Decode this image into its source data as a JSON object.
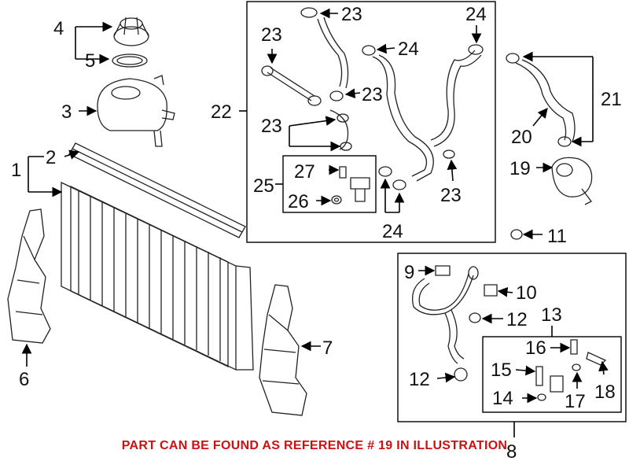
{
  "callouts": {
    "c1": "1",
    "c2": "2",
    "c3": "3",
    "c4": "4",
    "c5": "5",
    "c6": "6",
    "c7": "7",
    "c8": "8",
    "c9": "9",
    "c10": "10",
    "c11": "11",
    "c12a": "12",
    "c12b": "12",
    "c13": "13",
    "c14": "14",
    "c15": "15",
    "c16": "16",
    "c17": "17",
    "c18": "18",
    "c19": "19",
    "c20": "20",
    "c21": "21",
    "c22": "22",
    "c23a": "23",
    "c23b": "23",
    "c23c": "23",
    "c23d": "23",
    "c23e": "23",
    "c24a": "24",
    "c24b": "24",
    "c24c": "24",
    "c25": "25",
    "c26": "26",
    "c27": "27"
  },
  "footer": {
    "text": "PART CAN BE FOUND AS REFERENCE # 19 IN ILLUSTRATION",
    "color": "#cc1111"
  },
  "colors": {
    "line": "#000000",
    "part": "#222222"
  }
}
